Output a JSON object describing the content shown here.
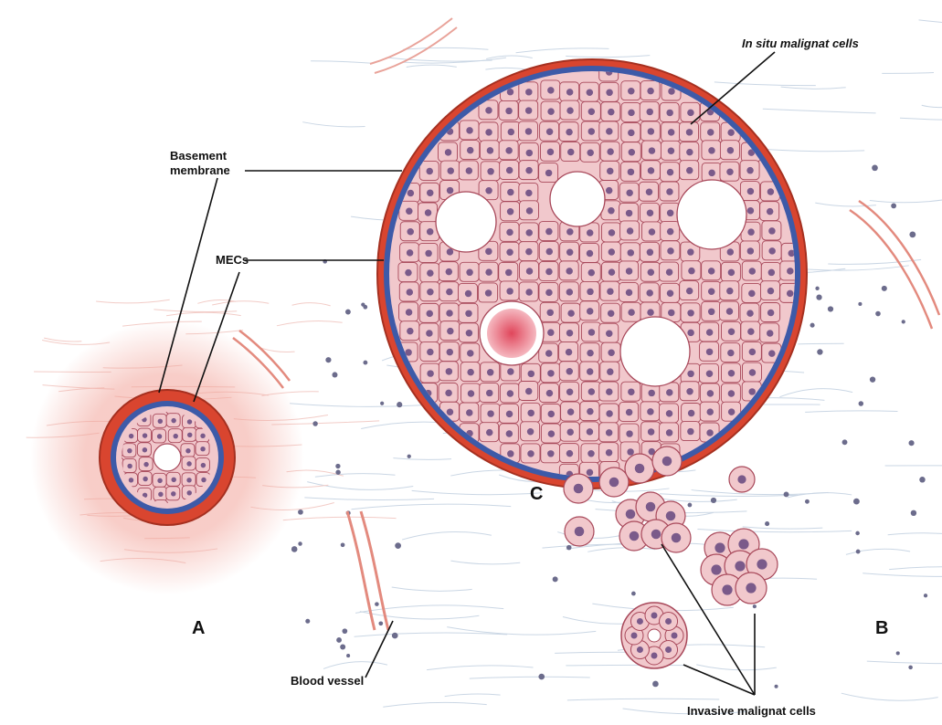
{
  "labels": {
    "basement_membrane_line1": "Basement",
    "basement_membrane_line2": "membrane",
    "mecs": "MECs",
    "in_situ": "In situ malignat cells",
    "blood_vessel": "Blood vessel",
    "invasive": "Invasive malignat cells",
    "panel_a": "A",
    "panel_b": "B",
    "panel_c": "C"
  },
  "colors": {
    "membrane": "#d9452f",
    "mec_layer": "#3d5aa8",
    "cell_fill": "#f1c8cc",
    "cell_edge": "#a8485a",
    "nucleus": "#7a5a8a",
    "stroma": "#9fb6cf",
    "lumen_secretion": "#e0465b"
  }
}
